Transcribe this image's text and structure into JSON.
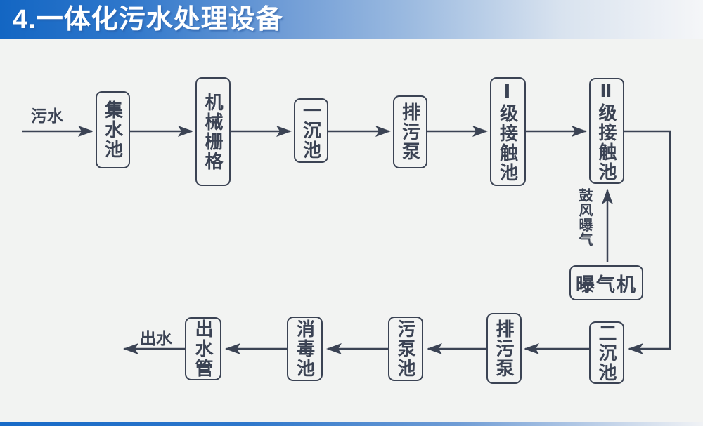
{
  "slide": {
    "title": "4.一体化污水处理设备"
  },
  "colors": {
    "banner_blue": "#1366c3",
    "line_dark_slate": "#3b4354",
    "background": "#f2f3f2"
  },
  "flow": {
    "inlet_label": "污水",
    "outlet_label": "出水",
    "aeration_label": "鼓风曝气",
    "aerator_label": "曝气机",
    "top_row": [
      "集水池",
      "机械栅格",
      "一沉池",
      "排污泵",
      "Ⅰ级接触池",
      "Ⅱ级接触池"
    ],
    "bottom_row": [
      "二沉池",
      "排污泵",
      "污泵池",
      "消毒池",
      "出水管"
    ]
  }
}
